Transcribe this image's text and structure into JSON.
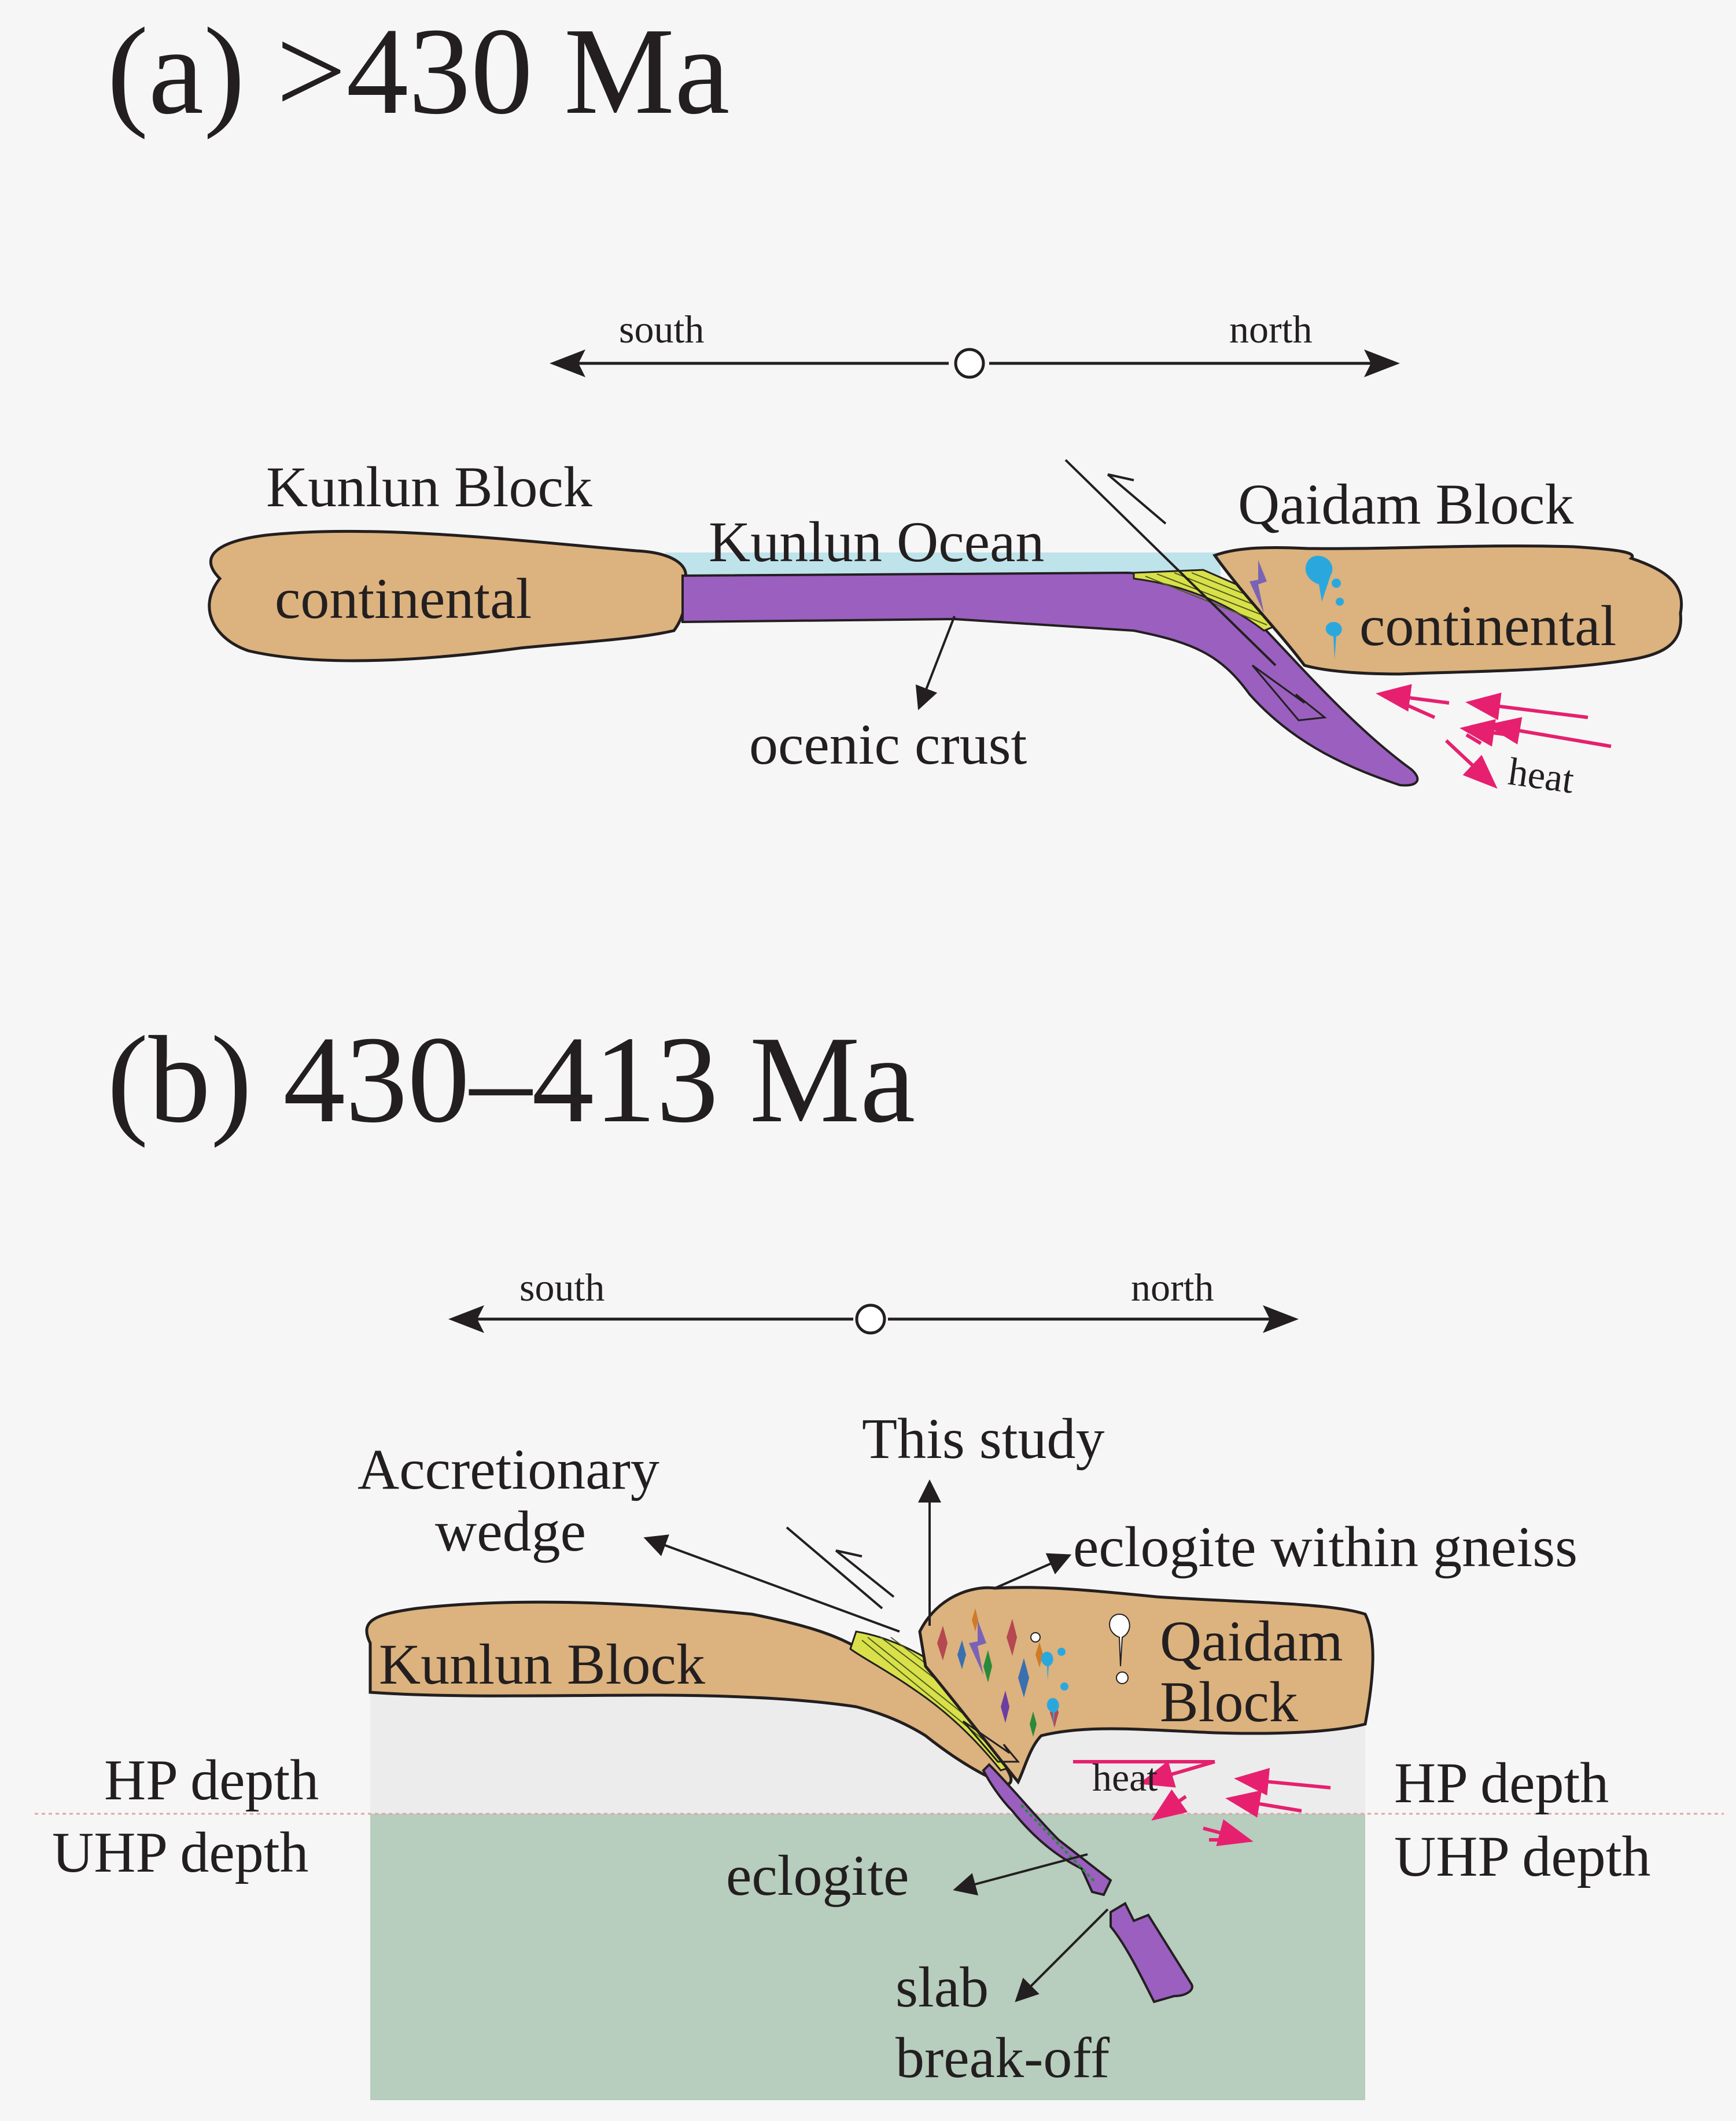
{
  "panel_a": {
    "title": "(a)  >430 Ma",
    "compass": {
      "left": "south",
      "right": "north"
    },
    "kunlun_block": "Kunlun  Block",
    "kunlun_continental": "continental",
    "ocean": "Kunlun Ocean",
    "qaidam_block": "Qaidam  Block",
    "qaidam_continental": "continental",
    "oceanic_crust": "ocenic crust",
    "heat": "heat"
  },
  "panel_b": {
    "title": "(b)  430–413 Ma",
    "compass": {
      "left": "south",
      "right": "north"
    },
    "accretionary_line1": "Accretionary",
    "accretionary_line2": "wedge",
    "this_study": "This study",
    "eclogite_gneiss": "eclogite within gneiss",
    "kunlun_block": "Kunlun  Block",
    "qaidam_line1": "Qaidam",
    "qaidam_line2": "Block",
    "heat": "heat",
    "hp_left": "HP  depth",
    "uhp_left": "UHP  depth",
    "hp_right": "HP  depth",
    "uhp_right": "UHP  depth",
    "eclogite": "eclogite",
    "slab_line1": "slab",
    "slab_line2": "break-off"
  },
  "colors": {
    "continental": "#dcb27e",
    "oceanic_crust": "#9a5fbf",
    "ocean_water": "#bfe3ea",
    "hp_zone": "#ececec",
    "uhp_zone": "#b7cdbd",
    "wedge": "#d9e04a",
    "heat_arrow": "#e6206e",
    "fluid": "#2aa8de",
    "melt_arrow": "#7a63b6"
  }
}
